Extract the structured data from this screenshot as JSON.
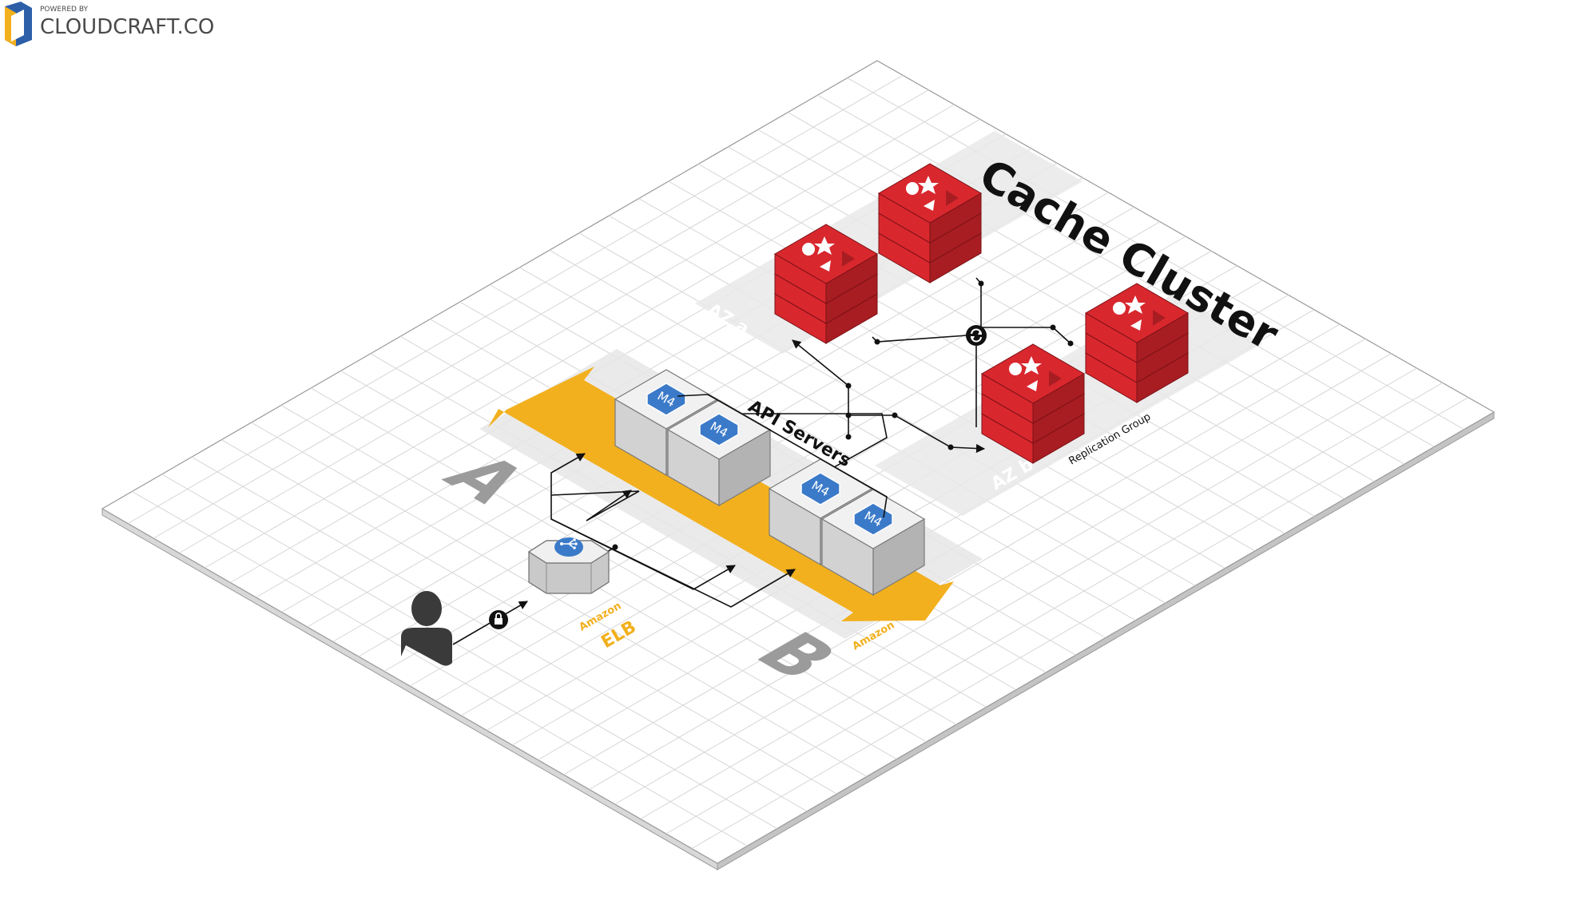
{
  "diagram": {
    "title": "Cache Cluster",
    "api_label": "API Servers",
    "zone_a_big": "A",
    "zone_b_big": "B",
    "zone_label_amazon": "Amazon",
    "elb_small": "Amazon",
    "elb_big": "ELB",
    "instance_type": "M4",
    "cache_az_a": "AZ a",
    "cache_az_b": "AZ b",
    "replication_group": "Replication Group"
  },
  "colors": {
    "grid_line": "#d6d6d6",
    "grid_border": "#9a9a9a",
    "zone_band": "#e6e6e6",
    "asg_arrow": "#f2b01e",
    "redis_red": "#d9272e",
    "redis_dark": "#a81d22",
    "ec2_top": "#f1f1f1",
    "ec2_left": "#d2d2d2",
    "ec2_right": "#b3b3b3",
    "badge_blue": "#3b7ac9",
    "label_gray": "#9b9b9b",
    "elb_orange": "#f2b01e"
  },
  "icons": {
    "user": "user-icon",
    "lock": "lock-icon",
    "elb": "elb-icon",
    "sync": "sync-icon",
    "logo": "cloudcraft-logo-icon"
  },
  "footer": {
    "powered_by": "POWERED BY",
    "brand": "CLOUDCRAFT.CO"
  }
}
